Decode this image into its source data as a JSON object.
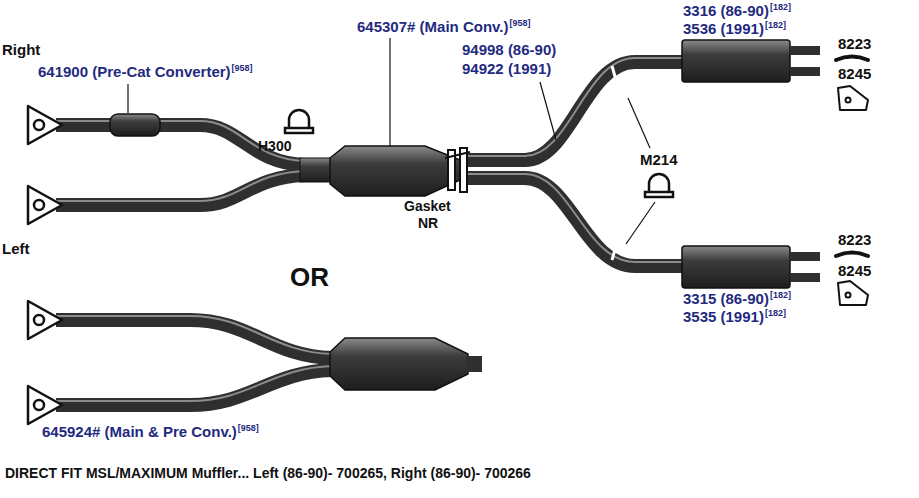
{
  "diagram": {
    "caption": "DIRECT FIT MSL/MAXIMUM Muffler... Left (86-90)- 700265, Right (86-90)- 700266",
    "labels": [
      "Right",
      "641900 (Pre-Cat Converter)",
      "[958]",
      "645307# (Main Conv.)",
      "[958]",
      "3316 (86-90)",
      "[182]",
      "3536 (1991)",
      "[182]",
      "8223",
      "8245",
      "94998 (86-90)",
      "94922 (1991)",
      "H300",
      "M214",
      "Gasket",
      "NR",
      "Left",
      "8223",
      "8245",
      "3315 (86-90)",
      "[182]",
      "3535 (1991)",
      "[182]",
      "OR",
      "645924# (Main & Pre Conv.)",
      "[958]"
    ]
  }
}
